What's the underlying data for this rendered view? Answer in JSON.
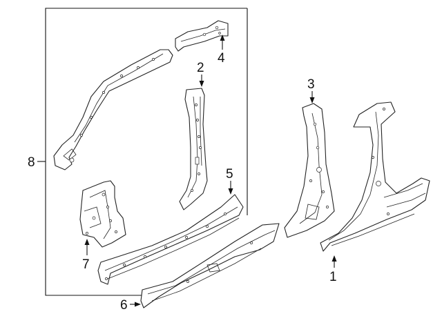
{
  "callouts": {
    "c1": "1",
    "c2": "2",
    "c3": "3",
    "c4": "4",
    "c5": "5",
    "c6": "6",
    "c7": "7",
    "c8": "8"
  },
  "colors": {
    "line": "#222222",
    "background": "#ffffff"
  }
}
